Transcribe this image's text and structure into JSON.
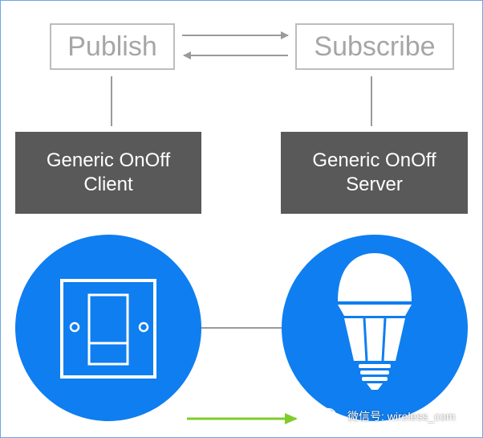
{
  "publish": {
    "label": "Publish"
  },
  "subscribe": {
    "label": "Subscribe"
  },
  "client_model": {
    "line1": "Generic OnOff",
    "line2": "Client"
  },
  "server_model": {
    "line1": "Generic OnOff",
    "line2": "Server"
  },
  "watermark": {
    "text": "微信号: wireless_com"
  },
  "colors": {
    "circle_blue": "#0f7ef0",
    "model_box": "#595959",
    "outline_box_border": "#bdbdbd",
    "label_gray": "#a6a6a6",
    "connector_gray": "#9a9a9a",
    "green_arrow": "#7fcc2a"
  },
  "icons": [
    "light-switch-icon",
    "light-bulb-icon",
    "wechat-icon"
  ]
}
